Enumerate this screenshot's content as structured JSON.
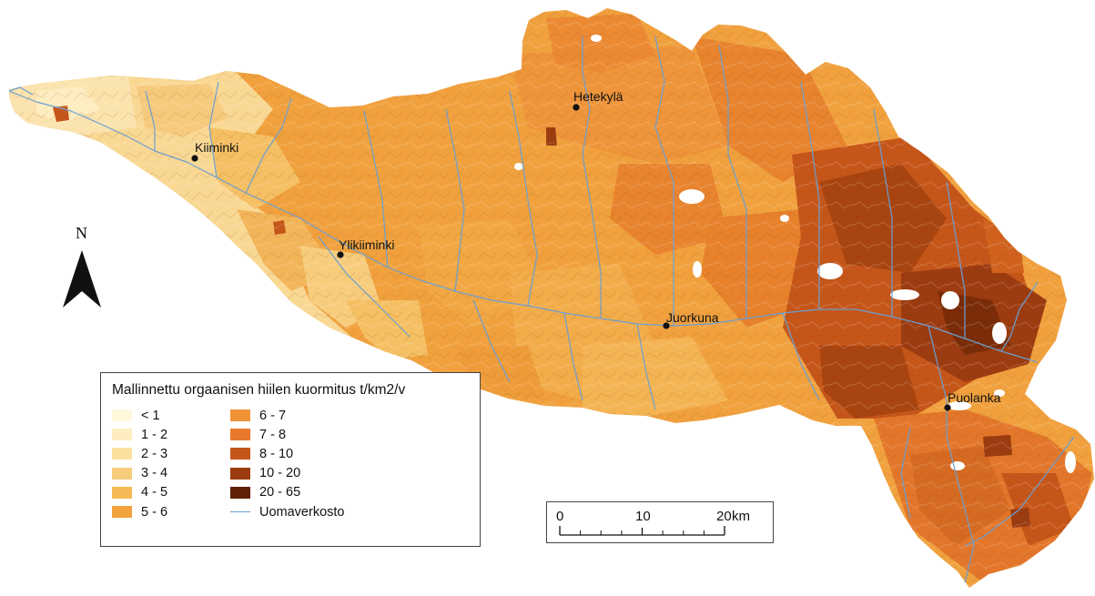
{
  "places": [
    {
      "name": "Hetekylä"
    },
    {
      "name": "Kiiminki"
    },
    {
      "name": "Ylikiiminki"
    },
    {
      "name": "Juorkuna"
    },
    {
      "name": "Puolanka"
    }
  ],
  "north_arrow": {
    "label": "N",
    "icon": "north-arrow-icon"
  },
  "legend": {
    "title": "Mallinnettu orgaanisen hiilen kuormitus t/km2/v",
    "classes": [
      {
        "label": "< 1",
        "color": "#fff7dc"
      },
      {
        "label": "1 - 2",
        "color": "#fdedc0"
      },
      {
        "label": "2 - 3",
        "color": "#fbe0a0"
      },
      {
        "label": "3 - 4",
        "color": "#f7cd7d"
      },
      {
        "label": "4 - 5",
        "color": "#f5b955"
      },
      {
        "label": "5 - 6",
        "color": "#f2a23e"
      },
      {
        "label": "6 - 7",
        "color": "#ef9337"
      },
      {
        "label": "7 - 8",
        "color": "#e8792b"
      },
      {
        "label": "8 - 10",
        "color": "#c5561a"
      },
      {
        "label": "10 - 20",
        "color": "#9b3b10"
      },
      {
        "label": "20 - 65",
        "color": "#5e2006"
      }
    ],
    "river_label": "Uomaverkosto",
    "river_color": "#6b9fd1"
  },
  "scale": {
    "ticks": [
      "0",
      "10",
      "20"
    ],
    "unit": "km"
  }
}
